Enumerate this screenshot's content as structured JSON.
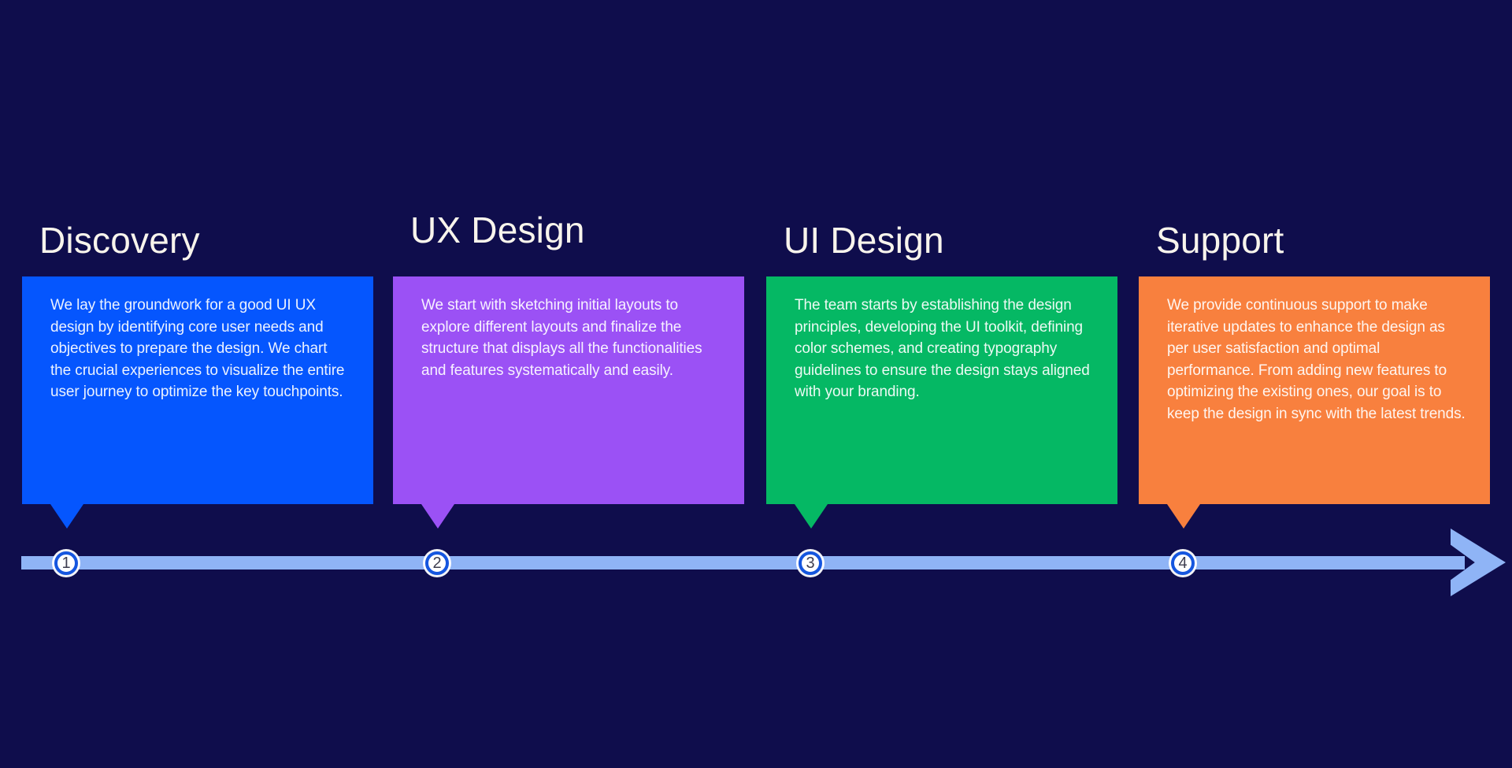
{
  "theme": {
    "background": "#0F0D4C",
    "bar_color": "#8FB4F6",
    "circle_ring_color": "#1556DF",
    "circle_fill": "#ffffff",
    "number_color": "#3E3E50",
    "title_color": "#F8F4EC",
    "body_text_color": "rgba(255,255,255,0.92)"
  },
  "stages": [
    {
      "number": "1",
      "title": "Discovery",
      "color": "#0556FE",
      "description": "We lay the groundwork for a good UI UX design by identifying core user needs and objectives to prepare the design. We chart the crucial experiences to visualize the entire user journey to optimize the key touchpoints."
    },
    {
      "number": "2",
      "title": "UX Design",
      "color": "#9B51F5",
      "description": "We start with sketching initial layouts to explore different layouts and finalize the structure that displays all the functionalities and features systematically and easily."
    },
    {
      "number": "3",
      "title": "UI Design",
      "color": "#05B864",
      "description": "The team starts by establishing the design principles, developing the UI toolkit, defining color schemes, and creating typography guidelines to ensure the design stays aligned with your branding."
    },
    {
      "number": "4",
      "title": "Support",
      "color": "#F8803E",
      "description": "We provide continuous support to make iterative updates to enhance the design as per user satisfaction and optimal performance. From adding new features to optimizing the existing ones, our goal is to keep the design in sync with the latest trends."
    }
  ]
}
